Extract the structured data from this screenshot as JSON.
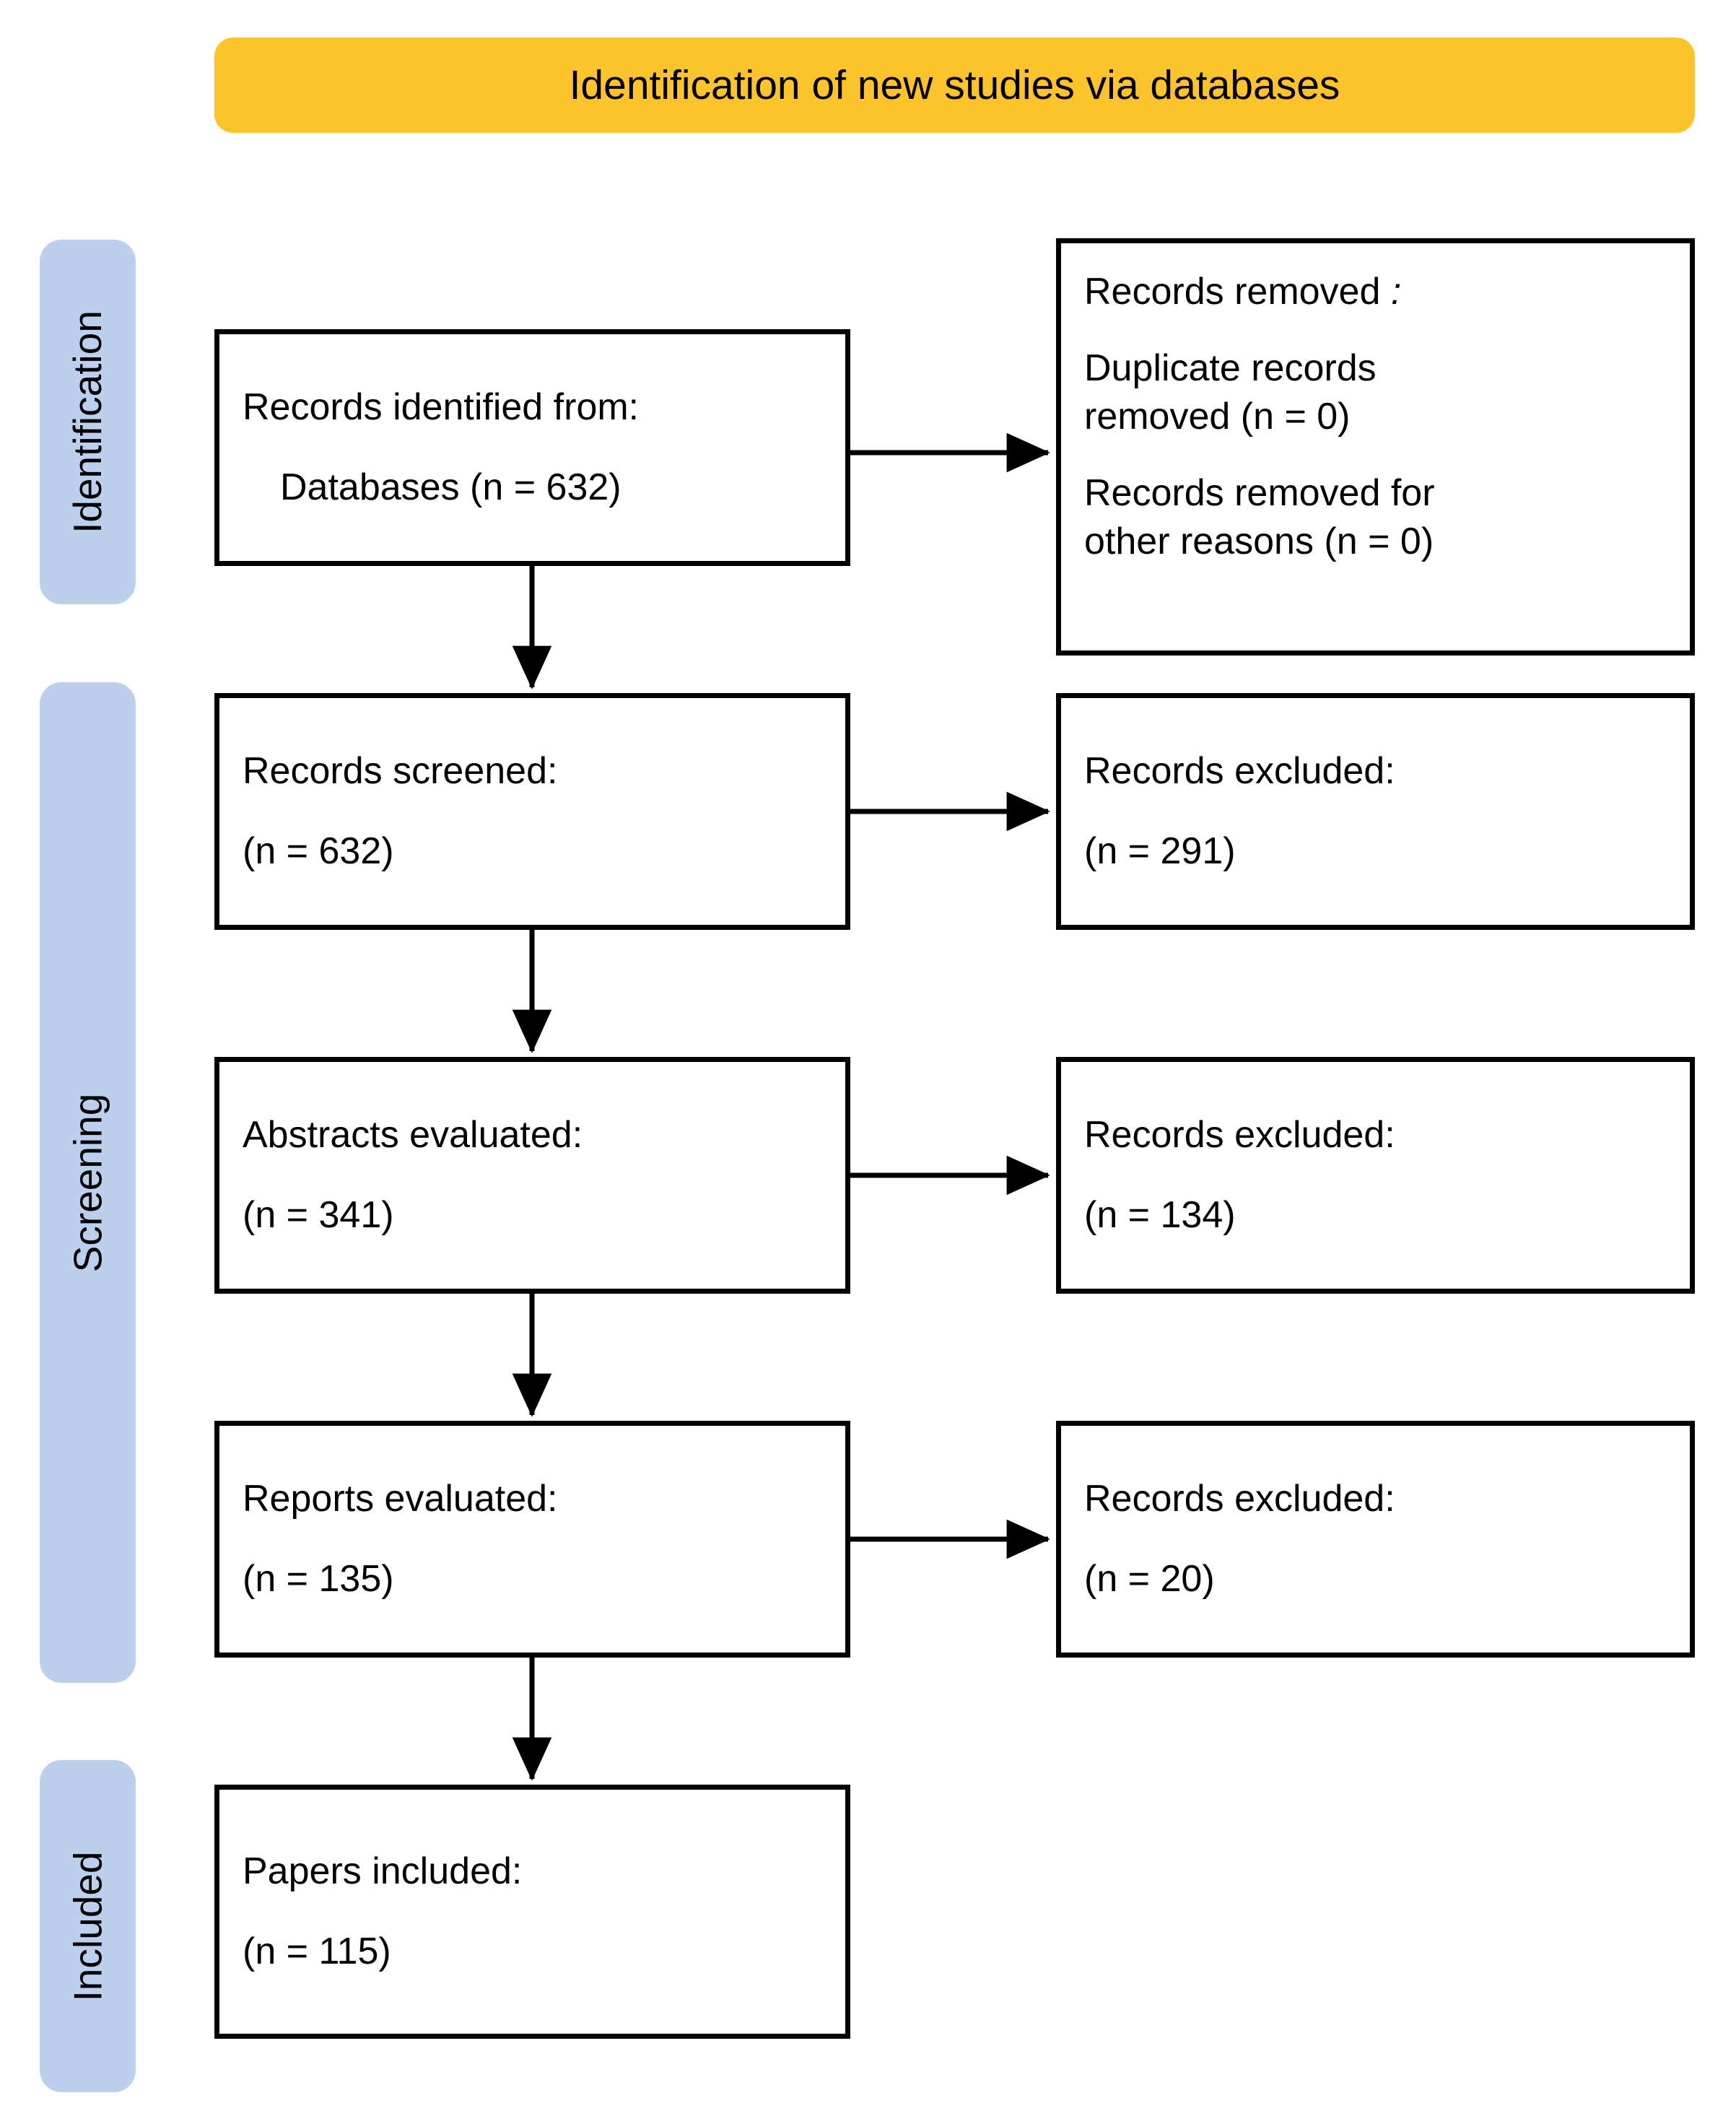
{
  "header": {
    "title": "Identification of new studies via databases",
    "background_color": "#FDC32C"
  },
  "stages": {
    "accent_color": "#BCD0ED",
    "items": [
      {
        "id": "identification",
        "label": "Identification"
      },
      {
        "id": "screening",
        "label": "Screening"
      },
      {
        "id": "included",
        "label": "Included"
      }
    ]
  },
  "flow": {
    "identified": {
      "line1": "Records identified from:",
      "line2": "Databases (n = 632)"
    },
    "removed": {
      "heading": "Records removed",
      "heading_punct": ":",
      "duplicate_line1": "Duplicate records",
      "duplicate_line2": "removed  (n = 0)",
      "other_line1": "Records removed for",
      "other_line2": "other reasons (n = 0)"
    },
    "screened": {
      "line1": "Records screened:",
      "line2": "(n = 632)"
    },
    "excluded_screened": {
      "line1": "Records excluded:",
      "line2": "(n = 291)"
    },
    "abstracts": {
      "line1": "Abstracts evaluated:",
      "line2": "(n = 341)"
    },
    "excluded_abstracts": {
      "line1": "Records excluded:",
      "line2": "(n = 134)"
    },
    "reports": {
      "line1": "Reports evaluated:",
      "line2": "(n = 135)"
    },
    "excluded_reports": {
      "line1": "Records excluded:",
      "line2": "(n = 20)"
    },
    "included": {
      "line1": "Papers included:",
      "line2": "(n = 115)"
    }
  },
  "chart_data": {
    "type": "diagram",
    "title": "Identification of new studies via databases",
    "diagram_kind": "PRISMA flow diagram",
    "nodes": [
      {
        "id": "identified",
        "stage": "Identification",
        "label": "Records identified from: Databases",
        "n": 632
      },
      {
        "id": "removed_duplicates",
        "stage": "Identification",
        "label": "Duplicate records removed",
        "n": 0
      },
      {
        "id": "removed_other",
        "stage": "Identification",
        "label": "Records removed for other reasons",
        "n": 0
      },
      {
        "id": "screened",
        "stage": "Screening",
        "label": "Records screened",
        "n": 632
      },
      {
        "id": "excluded_screened",
        "stage": "Screening",
        "label": "Records excluded",
        "n": 291
      },
      {
        "id": "abstracts",
        "stage": "Screening",
        "label": "Abstracts evaluated",
        "n": 341
      },
      {
        "id": "excluded_abstracts",
        "stage": "Screening",
        "label": "Records excluded",
        "n": 134
      },
      {
        "id": "reports",
        "stage": "Screening",
        "label": "Reports evaluated",
        "n": 135
      },
      {
        "id": "excluded_reports",
        "stage": "Screening",
        "label": "Records excluded",
        "n": 20
      },
      {
        "id": "included",
        "stage": "Included",
        "label": "Papers included",
        "n": 115
      }
    ],
    "edges": [
      {
        "from": "identified",
        "to": "removed_duplicates",
        "direction": "right"
      },
      {
        "from": "identified",
        "to": "screened",
        "direction": "down"
      },
      {
        "from": "screened",
        "to": "excluded_screened",
        "direction": "right"
      },
      {
        "from": "screened",
        "to": "abstracts",
        "direction": "down"
      },
      {
        "from": "abstracts",
        "to": "excluded_abstracts",
        "direction": "right"
      },
      {
        "from": "abstracts",
        "to": "reports",
        "direction": "down"
      },
      {
        "from": "reports",
        "to": "excluded_reports",
        "direction": "right"
      },
      {
        "from": "reports",
        "to": "included",
        "direction": "down"
      }
    ]
  }
}
